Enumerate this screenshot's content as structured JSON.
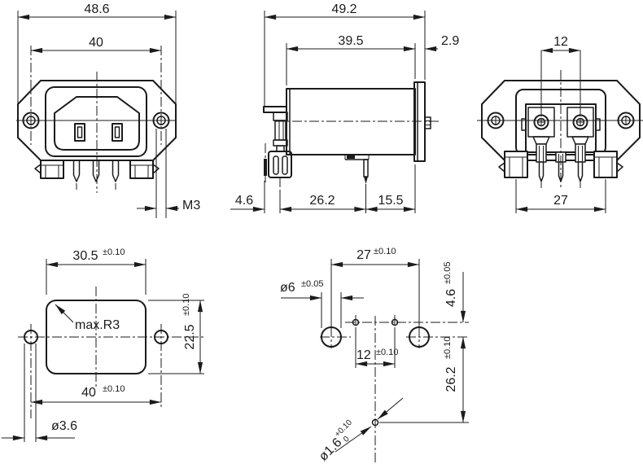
{
  "colors": {
    "ink": "#1b1b1b",
    "background": "#ffffff"
  },
  "front_view": {
    "overall_width": "48.6",
    "mounting_hole_spacing": "40",
    "mounting_thread": "M3"
  },
  "side_view": {
    "overall_depth": "49.2",
    "body_depth": "39.5",
    "flange_thickness": "2.9",
    "tab_offset": "4.6",
    "terminal_to_pin": "26.2",
    "pin_to_flange": "15.5"
  },
  "rear_view": {
    "terminal_spacing": "12",
    "lug_spacing": "27"
  },
  "panel_cutout_view": {
    "cutout_width": "30.5",
    "cutout_width_tol": "±0.10",
    "corner_radius_note": "max.R3",
    "cutout_height": "22.5",
    "cutout_height_tol": "±0.10",
    "hole_spacing": "40",
    "hole_spacing_tol": "±0.10",
    "hole_diameter": "ø3.6"
  },
  "pcb_drilling_view": {
    "mount_hole_spacing": "27",
    "mount_hole_spacing_tol": "±0.10",
    "mount_hole_diameter": "ø6",
    "mount_hole_diameter_tol": "±0.05",
    "pin_hole_spacing": "12",
    "pin_hole_spacing_tol": "±0.10",
    "row_offset": "4.6",
    "row_offset_tol": "±0.05",
    "pin_row_depth": "26.2",
    "pin_row_depth_tol": "±0.10",
    "pin_hole_diameter": "ø1.6",
    "pin_hole_tol_plus": "+0.10",
    "pin_hole_tol_minus": "0"
  }
}
